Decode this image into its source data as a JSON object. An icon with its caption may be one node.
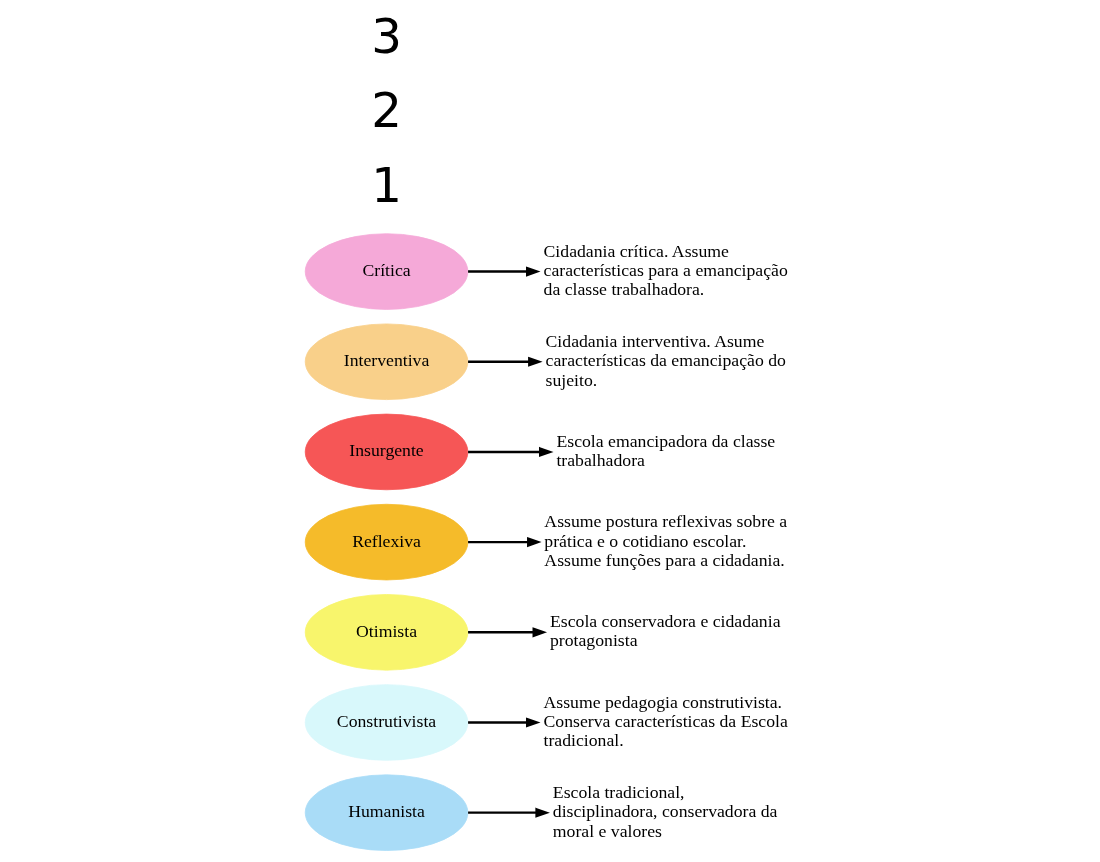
{
  "diagram": {
    "nodes": [
      {
        "text": [
          "Humanista"
        ]
      },
      {
        "text": [
          "Construtivista"
        ]
      },
      {
        "text": [
          "Assume pedagogia construtivista. Conserva características da Escola tradicional."
        ]
      },
      {
        "text": [
          "Escola tradicional, disciplinadora, conservadora da moral e valores"
        ]
      },
      {
        "text": [
          "Otimista"
        ]
      },
      {
        "text": [
          "Reflexiva"
        ]
      },
      {
        "text": [
          "Escola conservadora e cidadania protagonista"
        ]
      },
      {
        "text": [
          "Assume postura reflexivas sobre a prática e o cotidiano escolar. Assume funções para a cidadania."
        ]
      },
      {
        "text": [
          "Insurgente"
        ]
      },
      {
        "text": [
          "Interventiva"
        ]
      },
      {
        "text": [
          "Crítica"
        ]
      },
      {
        "text": [
          "Escola emancipadora da classe trabalhadora"
        ]
      },
      {
        "text": [
          "Cidadania interventiva. Asume características da emancipação do sujeito."
        ]
      },
      {
        "text": [
          "Cidadania crítica. Assume características para a emancipação da classe trabalhadora."
        ]
      }
    ],
    "edges": [
      {
        "from": 1,
        "to": 2,
        "arrow": "to"
      },
      {
        "from": 0,
        "to": 3,
        "arrow": "to"
      },
      {
        "from": 4,
        "to": 6,
        "arrow": "to"
      },
      {
        "from": 5,
        "to": 7,
        "arrow": "to"
      },
      {
        "from": 8,
        "to": 11,
        "arrow": "to"
      },
      {
        "from": 9,
        "to": 12,
        "arrow": "to"
      },
      {
        "from": 10,
        "to": 13,
        "arrow": "to"
      }
    ],
    "labels": [
      "1",
      "2",
      "3"
    ]
  }
}
